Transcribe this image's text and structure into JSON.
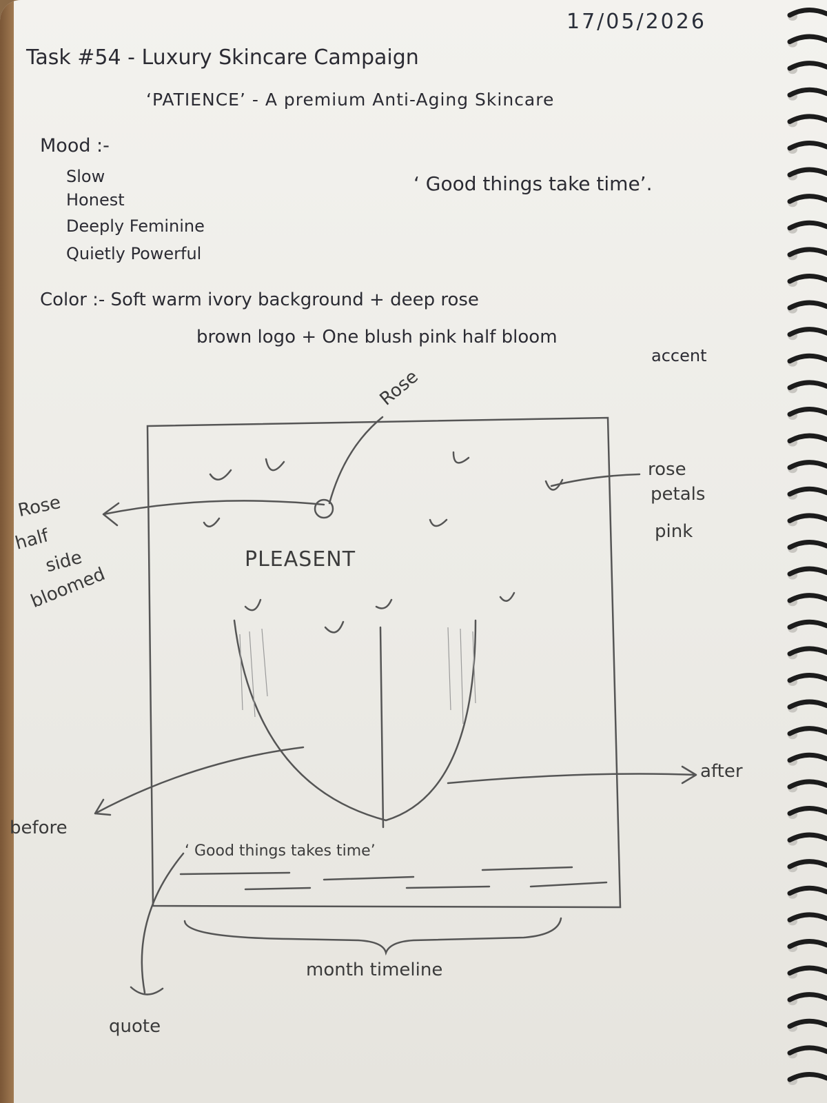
{
  "header": {
    "date": "17/05/2026",
    "title": "Task #54 - Luxury Skincare Campaign",
    "subtitle": "‘PATIENCE’ - A premium Anti-Aging Skincare"
  },
  "mood": {
    "label": "Mood :-",
    "items": [
      "Slow",
      "Honest",
      "Deeply Feminine",
      "Quietly Powerful"
    ],
    "tagline": "‘ Good things take time’."
  },
  "color": {
    "line1": "Color :- Soft warm ivory background + deep rose",
    "line2": "brown logo + One blush pink half bloom",
    "line3": "accent"
  },
  "sketch": {
    "poster_text": "PLEASENT",
    "quote": "‘ Good things takes time’",
    "annotations": {
      "rose_top": "Rose",
      "rose_left_1": "Rose",
      "rose_left_2": "half",
      "rose_left_3": "side",
      "rose_left_4": "bloomed",
      "petals_1": "rose",
      "petals_2": "petals",
      "petals_3": "pink",
      "after": "after",
      "before": "before",
      "timeline": "month timeline",
      "quote_label": "quote"
    }
  }
}
